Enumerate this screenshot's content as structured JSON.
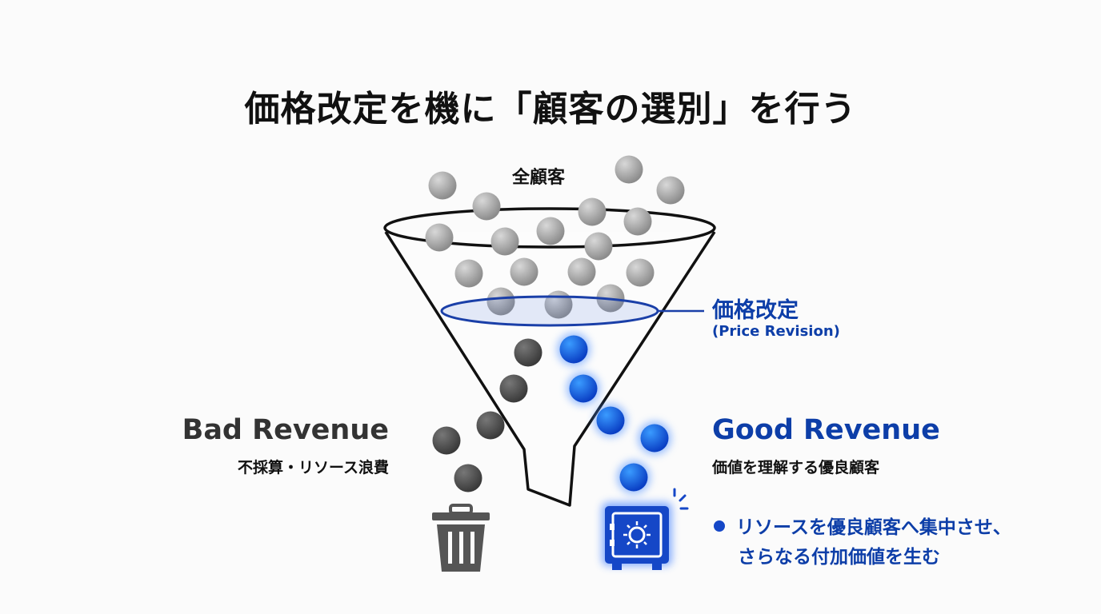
{
  "title": "価格改定を機に「顧客の選別」を行う",
  "funnel": {
    "top_label": "全顧客",
    "filter_label": "価格改定",
    "filter_label_en": "(Price Revision)"
  },
  "bad": {
    "title": "Bad Revenue",
    "subtitle": "不採算・リソース浪費",
    "icon": "trash-icon"
  },
  "good": {
    "title": "Good Revenue",
    "subtitle": "価値を理解する優良顧客",
    "icon": "safe-icon",
    "bullet_line1": "リソースを優良顧客へ集中させ、",
    "bullet_line2": "さらなる付加価値を生む"
  },
  "colors": {
    "accent": "#0d3ea8",
    "good_ball": "#1262e0",
    "bad_ball": "#555555",
    "customer_ball": "#a8a8a8"
  }
}
